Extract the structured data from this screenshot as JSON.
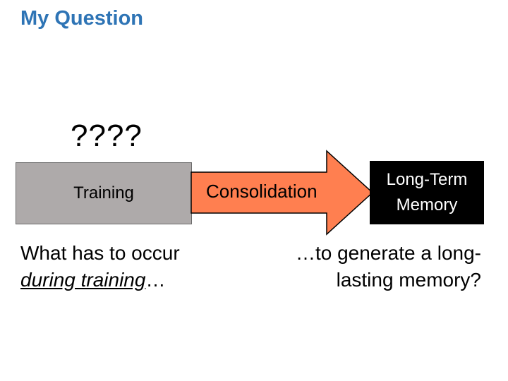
{
  "title": "My Question",
  "question_marks": "????",
  "diagram": {
    "training_label": "Training",
    "arrow_label": "Consolidation",
    "ltm_line1": "Long-Term",
    "ltm_line2": "Memory",
    "arrow_color": "#ff7f50",
    "training_color": "#aeaaaa",
    "ltm_color": "#000000"
  },
  "captions": {
    "left_line1": "What has to occur",
    "left_line2_emphasis": "during training",
    "left_line2_suffix": "…",
    "right_line1": "…to generate a long-",
    "right_line2": "lasting memory?"
  },
  "colors": {
    "title": "#2e74b5"
  }
}
